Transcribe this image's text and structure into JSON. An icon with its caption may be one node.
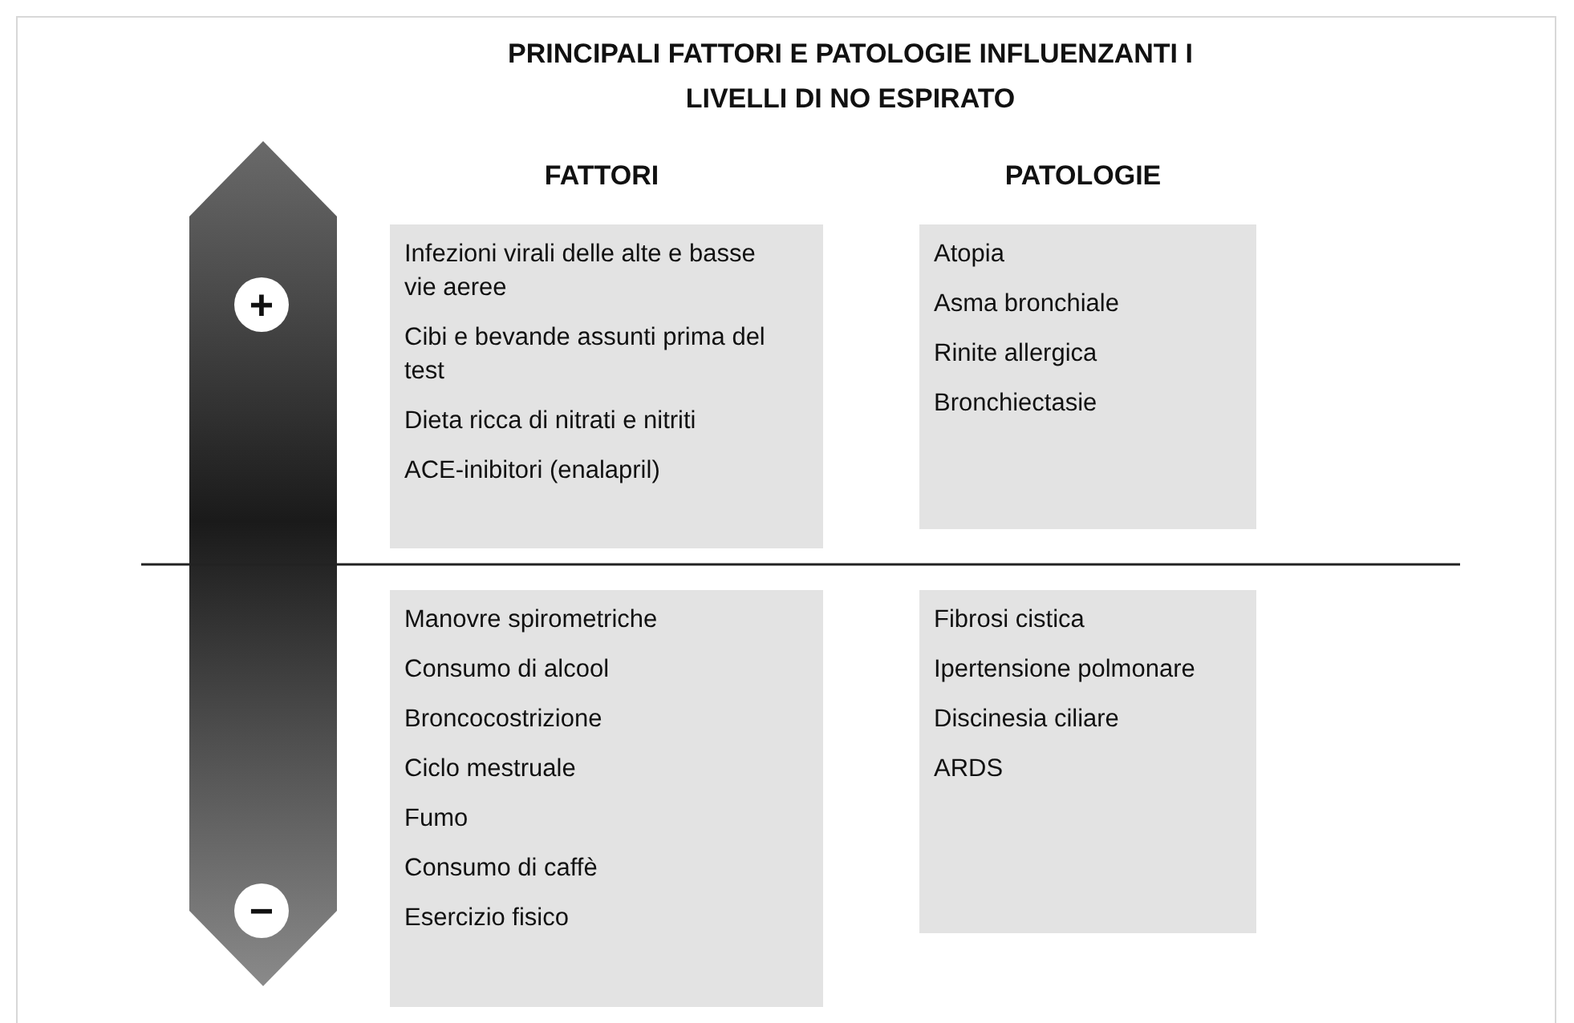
{
  "diagram": {
    "title": "PRINCIPALI FATTORI E PATOLOGIE INFLUENZANTI I LIVELLI DI NO ESPIRATO",
    "nodes": [
      {
        "text": [],
        "shape": "bar"
      },
      {
        "text": [
          "+"
        ],
        "in": 0
      },
      {
        "text": [
          "−"
        ],
        "in": 0
      },
      {
        "text": [
          "Infezioni virali delle alte e basse vie aeree",
          "Cibi e bevande assunti prima del test",
          "Dieta ricca di nitrati e nitriti",
          "ACE-inibitori (enalapril)"
        ]
      },
      {
        "text": [
          "Atopia",
          "Asma bronchiale",
          "Rinite allergica",
          "Bronchiectasie"
        ]
      },
      {
        "text": [
          "Manovre spirometriche",
          "Consumo di alcool",
          "Broncocostrizione",
          "Ciclo mestruale",
          "Fumo",
          "Consumo di caffè",
          "Esercizio fisico"
        ]
      },
      {
        "text": [
          "Fibrosi cistica",
          "Ipertensione polmonare",
          "Discinesia ciliare",
          "ARDS"
        ]
      }
    ],
    "labels": [
      "FATTORI",
      "PATOLOGIE"
    ]
  }
}
